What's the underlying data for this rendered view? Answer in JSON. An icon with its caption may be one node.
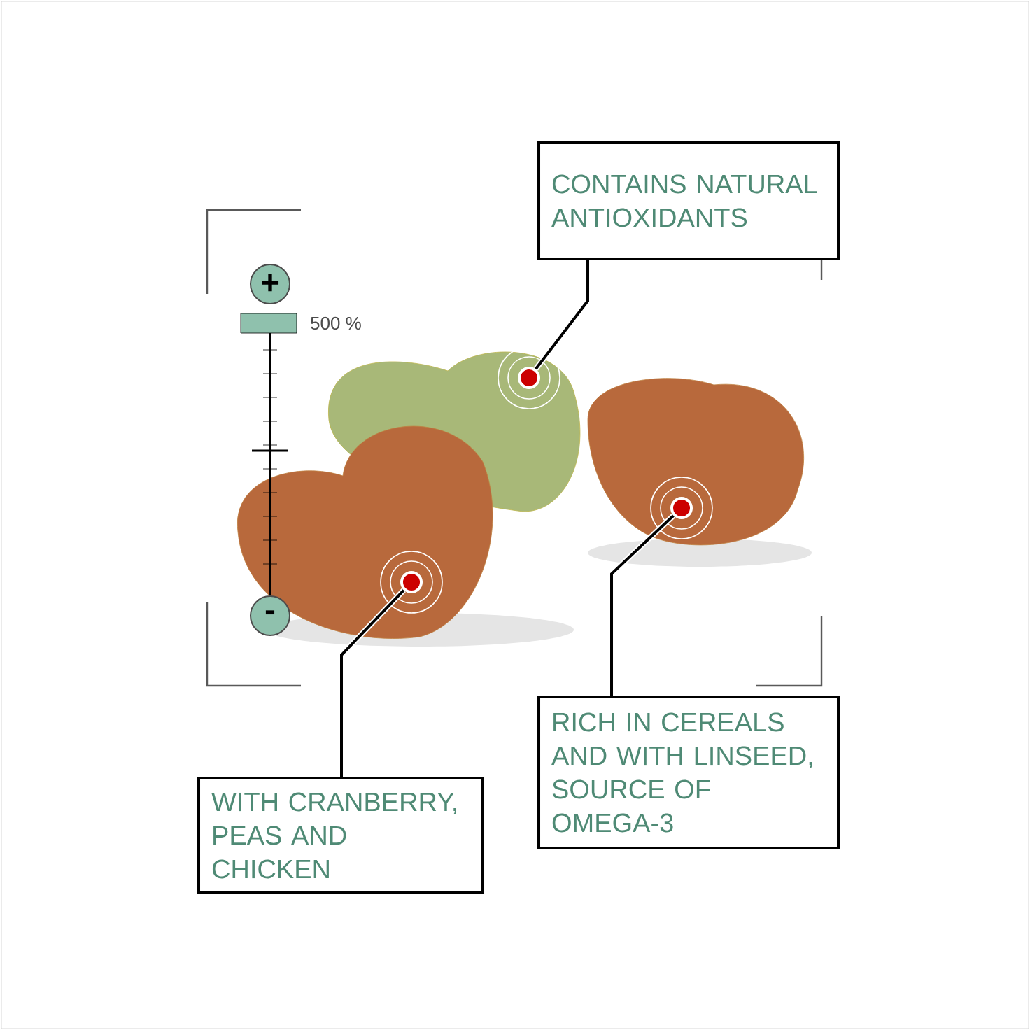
{
  "diagram": {
    "nodes": [
      {
        "text": [
          "CONTAINS NATURAL ANTIOXIDANTS"
        ]
      },
      {
        "text": [
          "WITH CRANBERRY, PEAS AND CHICKEN"
        ]
      },
      {
        "text": [
          "RICH IN CEREALS AND WITH LINSEED, SOURCE OF OMEGA-3"
        ]
      },
      {
        "text": [],
        "shape": "circle"
      },
      {
        "text": [],
        "shape": "circle"
      },
      {
        "text": [],
        "shape": "circle"
      }
    ],
    "edges": [
      {
        "from": 0,
        "to": 3,
        "arrow": "none"
      },
      {
        "from": 1,
        "to": 4,
        "arrow": "none"
      },
      {
        "from": 2,
        "to": 5,
        "arrow": "none"
      }
    ],
    "labels": [
      "+",
      "500 %",
      "-"
    ]
  }
}
